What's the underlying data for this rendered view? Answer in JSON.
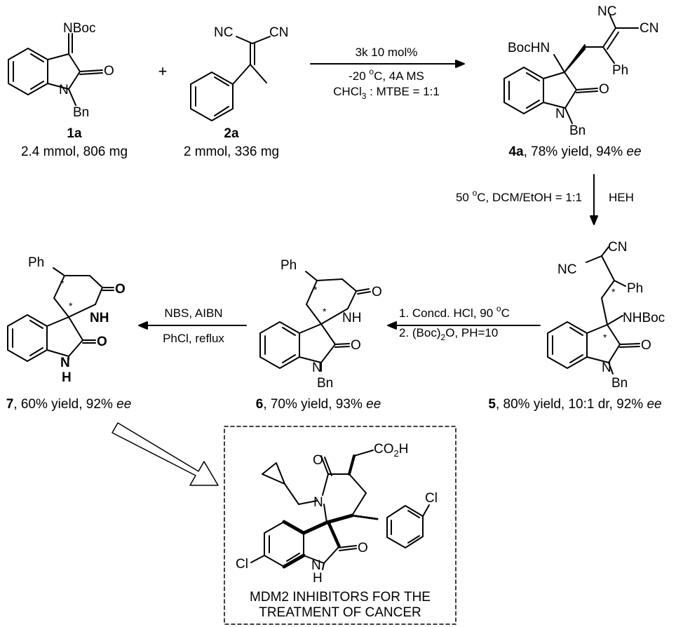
{
  "atoms": {
    "nboc": "NBoc",
    "o": "O",
    "n": "N",
    "bn": "Bn",
    "nc": "NC",
    "cn": "CN",
    "bochn": "BocHN",
    "ph": "Ph",
    "nhboc": "NHBoc",
    "nh": "NH",
    "h": "H",
    "co2h": "CO",
    "co2h_sub": "2",
    "co2h_h": "H",
    "cl": "Cl",
    "star": "*"
  },
  "plus": "+",
  "compounds": {
    "c1a": {
      "label": "1a",
      "line": "2.4 mmol, 806 mg"
    },
    "c2a": {
      "label": "2a",
      "line": "2 mmol, 336 mg"
    },
    "c4a": {
      "label": "4a",
      "tail": ", 78% yield, 94% ",
      "ee": "ee"
    },
    "c5": {
      "label": "5",
      "tail": ", 80% yield, 10:1 dr, 92% ",
      "ee": "ee"
    },
    "c6": {
      "label": "6",
      "tail": ", 70% yield, 93% ",
      "ee": "ee"
    },
    "c7": {
      "label": "7",
      "tail": ", 60% yield, 92% ",
      "ee": "ee"
    }
  },
  "conditions": {
    "step1": {
      "line1": "3k 10 mol%",
      "line2_a": "-20 ",
      "line2_sup": "o",
      "line2_b": "C, 4A MS",
      "line3_a": "CHCl",
      "line3_sub": "3",
      "line3_b": " : MTBE = 1:1"
    },
    "step2": {
      "left_a": "50 ",
      "left_sup": "o",
      "left_b": "C, DCM/EtOH = 1:1",
      "right": "HEH"
    },
    "step3": {
      "line1_a": "1. Concd. HCl, 90 ",
      "line1_sup": "o",
      "line1_b": "C",
      "line2_a": "2. (Boc)",
      "line2_sub": "2",
      "line2_b": "O, PH=10"
    },
    "step4": {
      "line1": "NBS, AIBN",
      "line2": "PhCl, reflux"
    }
  },
  "target": {
    "caption_line1": "MDM2 INHIBITORS FOR THE",
    "caption_line2": "TREATMENT OF CANCER"
  }
}
